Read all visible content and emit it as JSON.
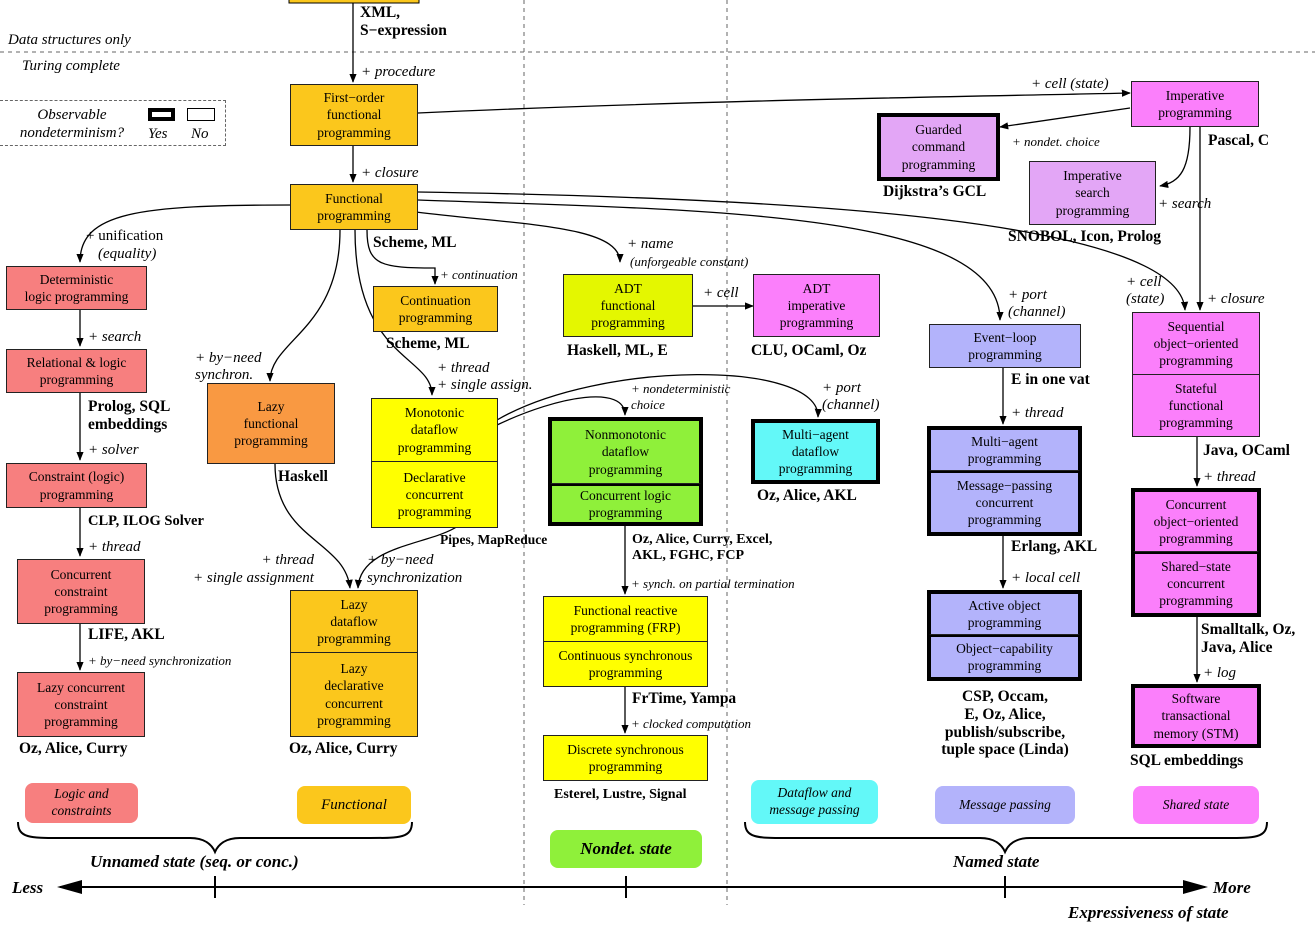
{
  "header": {
    "top_tool": "XML,\nS−expression",
    "data_structures_only": "Data structures only",
    "turing_complete": "Turing complete"
  },
  "legend": {
    "question": "Observable\nnondeterminism?",
    "yes": "Yes",
    "no": "No"
  },
  "paradigms": {
    "first_order": "First−order\nfunctional\nprogramming",
    "functional": "Functional\nprogramming",
    "det_logic": "Deterministic\nlogic programming",
    "relational": "Relational & logic\nprogramming",
    "constraint": "Constraint (logic)\nprogramming",
    "conc_constraint": "Concurrent\nconstraint\nprogramming",
    "lazy_conc_constraint": "Lazy concurrent\nconstraint\nprogramming",
    "continuation": "Continuation\nprogramming",
    "lazy_functional": "Lazy\nfunctional\nprogramming",
    "monotonic": "Monotonic\ndataflow\nprogramming",
    "declarative_conc": "Declarative\nconcurrent\nprogramming",
    "lazy_dataflow": "Lazy\ndataflow\nprogramming",
    "lazy_declarative": "Lazy\ndeclarative\nconcurrent\nprogramming",
    "adt_functional": "ADT\nfunctional\nprogramming",
    "adt_imperative": "ADT\nimperative\nprogramming",
    "nonmonotonic": "Nonmonotonic\ndataflow\nprogramming",
    "concurrent_logic": "Concurrent logic\nprogramming",
    "frp": "Functional reactive\nprogramming (FRP)",
    "continuous_sync": "Continuous synchronous\nprogramming",
    "discrete_sync": "Discrete synchronous\nprogramming",
    "multi_agent_dataflow": "Multi−agent\ndataflow\nprogramming",
    "event_loop": "Event−loop\nprogramming",
    "multi_agent": "Multi−agent\nprogramming",
    "message_passing": "Message−passing\nconcurrent\nprogramming",
    "active_object": "Active object\nprogramming",
    "object_capability": "Object−capability\nprogramming",
    "imperative": "Imperative\nprogramming",
    "guarded_command": "Guarded\ncommand\nprogramming",
    "imperative_search": "Imperative\nsearch\nprogramming",
    "sequential_oo": "Sequential\nobject−oriented\nprogramming",
    "stateful_functional": "Stateful\nfunctional\nprogramming",
    "concurrent_oo": "Concurrent\nobject−oriented\nprogramming",
    "shared_state": "Shared−state\nconcurrent\nprogramming",
    "stm": "Software\ntransactional\nmemory (STM)"
  },
  "concepts": {
    "procedure": "+ procedure",
    "closure": "+ closure",
    "unification": "+ unification",
    "equality": "(equality)",
    "search_left": "+ search",
    "solver": "+ solver",
    "thread_left": "+ thread",
    "by_need_small": "+ by−need synchronization",
    "continuation": "+ continuation",
    "by_need_synchron": "+ by−need\nsynchron.",
    "thread_single_assign": "+ thread\n+ single assign.",
    "thread_single_assignment": "+ thread\n+ single assignment",
    "by_need_synchronization": "+ by−need\nsynchronization",
    "name": "+ name",
    "unforgeable": "(unforgeable constant)",
    "cell_mid": "+ cell",
    "nondet_choice_mid": "+ nondeterministic\nchoice",
    "port_channel_mid": "+ port\n(channel)",
    "synch_partial": "+ synch. on partial termination",
    "clocked": "+ clocked computation",
    "port_channel_right": "+ port\n(channel)",
    "thread_event": "+ thread",
    "local_cell": "+ local cell",
    "cell_state_top": "+ cell (state)",
    "nondet_choice_right": "+ nondet. choice",
    "search_right": "+ search",
    "cell_state_right": "+ cell\n(state)",
    "closure_right": "+ closure",
    "thread_right": "+ thread",
    "log": "+ log"
  },
  "languages": {
    "scheme_ml_1": "Scheme, ML",
    "scheme_ml_2": "Scheme, ML",
    "prolog_sql": "Prolog, SQL\nembeddings",
    "clp": "CLP, ILOG Solver",
    "life_akl": "LIFE, AKL",
    "oz_alice_curry_1": "Oz, Alice, Curry",
    "haskell": "Haskell",
    "pipes": "Pipes, MapReduce",
    "oz_alice_curry_2": "Oz, Alice, Curry",
    "haskell_ml_e": "Haskell, ML, E",
    "clu": "CLU, OCaml, Oz",
    "oz_excel": "Oz, Alice, Curry, Excel,\nAKL, FGHC, FCP",
    "frtime": "FrTime, Yampa",
    "esterel": "Esterel, Lustre, Signal",
    "oz_alice_akl": "Oz, Alice, AKL",
    "e_one_vat": "E in one vat",
    "erlang": "Erlang, AKL",
    "csp": "CSP, Occam,\nE, Oz, Alice,\npublish/subscribe,\ntuple space (Linda)",
    "pascal": "Pascal, C",
    "dijkstra": "Dijkstra’s GCL",
    "snobol": "SNOBOL, Icon, Prolog",
    "java_ocaml": "Java, OCaml",
    "smalltalk": "Smalltalk, Oz,\nJava, Alice",
    "sql_embeddings": "SQL embeddings"
  },
  "categories": {
    "logic": "Logic and\nconstraints",
    "functional": "Functional",
    "dataflow": "Dataflow and\nmessage passing",
    "message": "Message passing",
    "shared": "Shared state"
  },
  "state_groups": {
    "unnamed": "Unnamed state (seq. or conc.)",
    "nondet": "Nondet. state",
    "named": "Named state"
  },
  "axis": {
    "less": "Less",
    "more": "More",
    "title": "Expressiveness of state"
  },
  "colors": {
    "logic": "#f77f7f",
    "functional": "#fbc71c",
    "lazy": "#f99942",
    "dataflow": "#ffff00",
    "adt_func": "#e4f700",
    "nondet": "#8ff03a",
    "cyan": "#63f8f8",
    "message": "#b3b3fb",
    "shared": "#fb7ffb",
    "imperative_light": "#e3a6f6"
  }
}
